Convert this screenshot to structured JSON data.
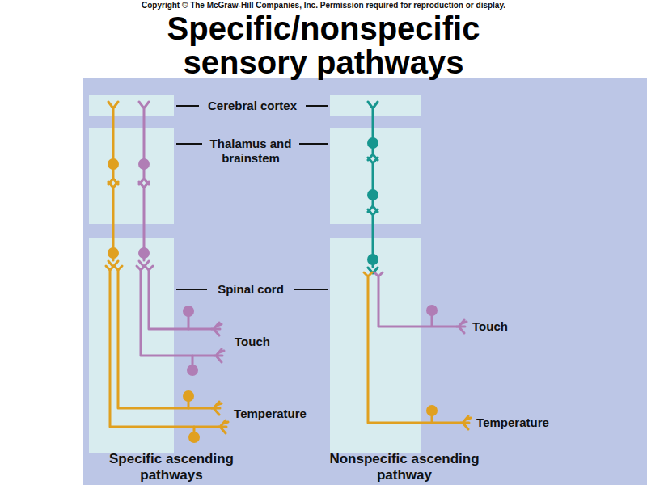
{
  "diagram": {
    "title": "Specific/nonspecific sensory pathways",
    "labels": [
      "Copyright © The McGraw-Hill Companies, Inc. Permission required for reproduction or display.",
      "Cerebral cortex",
      "Thalamus and brainstem",
      "Spinal cord",
      "Touch",
      "Temperature",
      "Touch",
      "Temperature",
      "Specific ascending pathways",
      "Nonspecific ascending pathway"
    ]
  }
}
